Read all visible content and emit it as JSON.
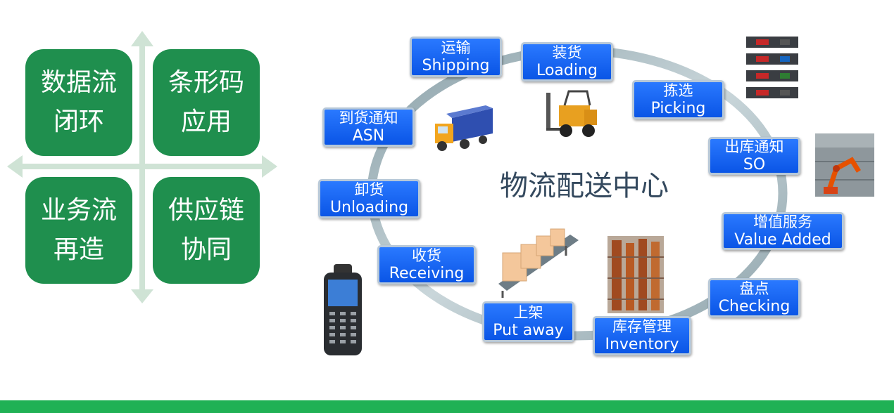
{
  "quadrants": [
    {
      "line1": "数据流",
      "line2": "闭环"
    },
    {
      "line1": "条形码",
      "line2": "应用"
    },
    {
      "line1": "业务流",
      "line2": "再造"
    },
    {
      "line1": "供应链",
      "line2": "协同"
    }
  ],
  "center_title": "物流配送中心",
  "steps": {
    "shipping": {
      "cn": "运输",
      "en": "Shipping"
    },
    "loading": {
      "cn": "装货",
      "en": "Loading"
    },
    "picking": {
      "cn": "拣选",
      "en": "Picking"
    },
    "so": {
      "cn": "出库通知",
      "en": "SO"
    },
    "value_added": {
      "cn": "增值服务",
      "en": "Value Added"
    },
    "checking": {
      "cn": "盘点",
      "en": "Checking"
    },
    "inventory": {
      "cn": "库存管理",
      "en": "Inventory"
    },
    "put_away": {
      "cn": "上架",
      "en": "Put away"
    },
    "receiving": {
      "cn": "收货",
      "en": "Receiving"
    },
    "unloading": {
      "cn": "卸货",
      "en": "Unloading"
    },
    "asn": {
      "cn": "到货通知",
      "en": "ASN"
    }
  },
  "colors": {
    "quadrant_green": "#1f8f4e",
    "step_blue": "#0a55e6",
    "bar_green": "#20b155",
    "ring_gray": "#aab9bf"
  }
}
